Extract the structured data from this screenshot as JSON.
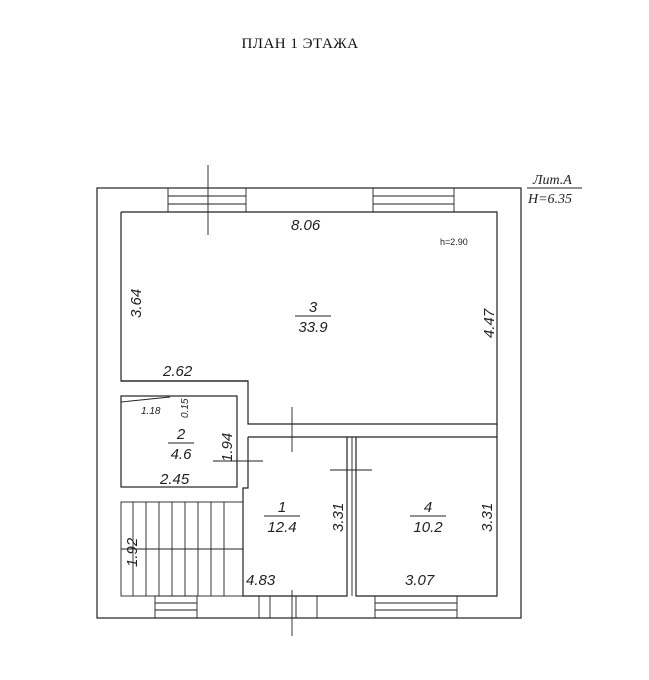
{
  "plan": {
    "title": "ПЛАН 1 ЭТАЖА",
    "lit_label": "Лит.А",
    "height_label": "H=6.35",
    "ceiling_height": "h=2.90"
  },
  "rooms": [
    {
      "number": "3",
      "area": "33.9"
    },
    {
      "number": "2",
      "area": "4.6"
    },
    {
      "number": "1",
      "area": "12.4"
    },
    {
      "number": "4",
      "area": "10.2"
    }
  ],
  "dimensions": {
    "top_width": "8.06",
    "left_height": "3.64",
    "right_height": "4.47",
    "room2_top": "2.62",
    "room2_small_1": "1.18",
    "room2_small_2": "0.15",
    "room2_height": "1.94",
    "room2_bottom": "2.45",
    "room1_height": "3.31",
    "room4_height": "3.31",
    "stairs_height": "1.92",
    "room1_width": "4.83",
    "room4_width": "3.07"
  }
}
